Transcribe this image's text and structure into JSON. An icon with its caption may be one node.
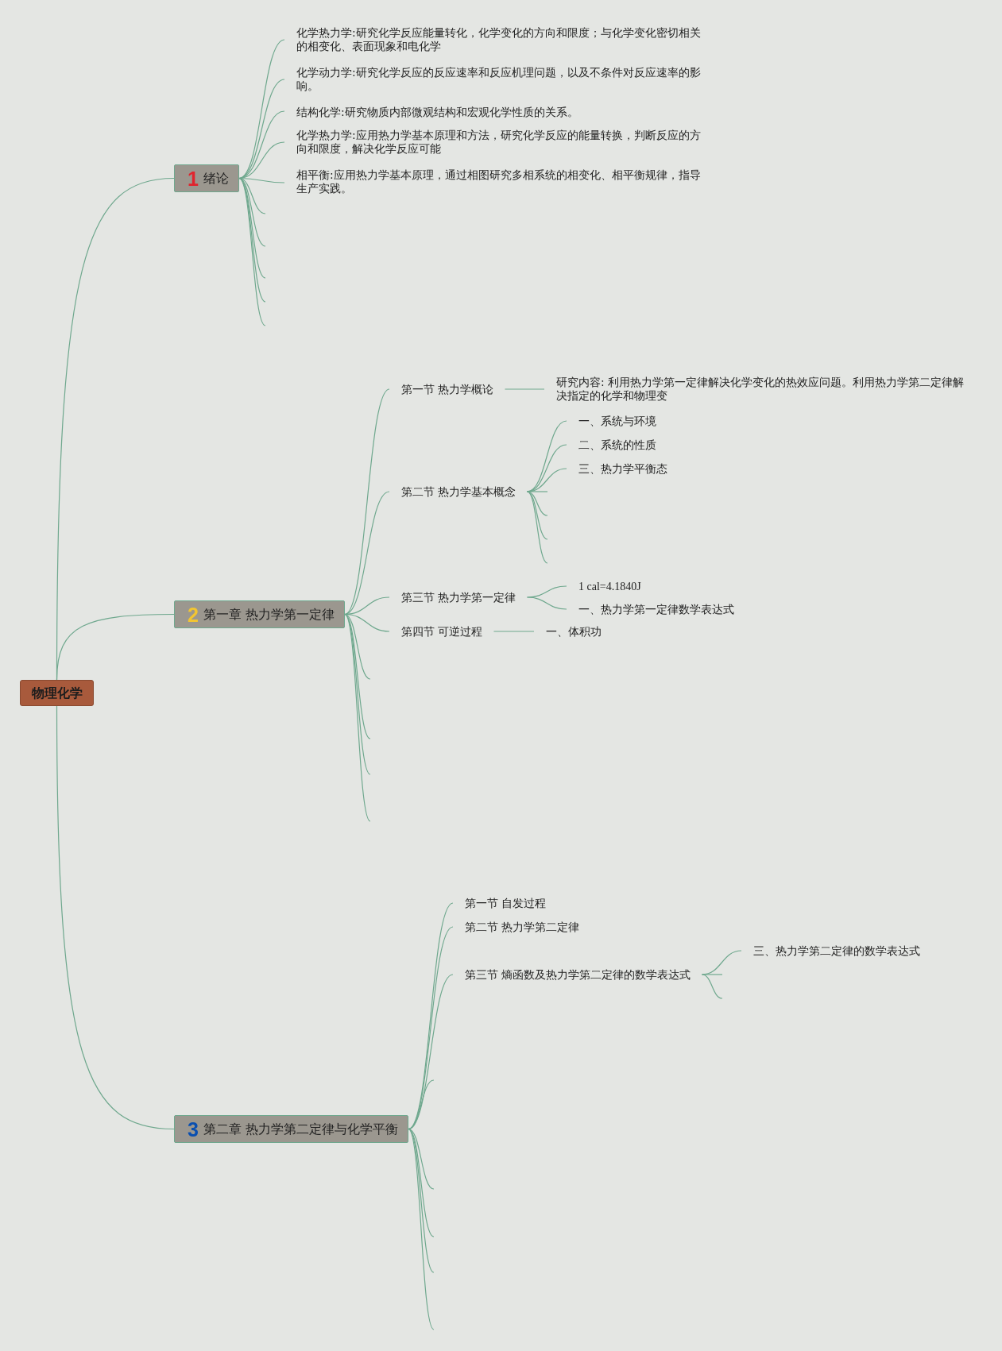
{
  "diagram": {
    "nodes": [
      {
        "text": [
          "物理化学"
        ]
      },
      {
        "text": [
          "1",
          "绪论"
        ]
      },
      {
        "text": [
          "化学热力学:研究化学反应能量转化，化学变化的方向和限度；与化学变化密切相关的相变化、表面现象和电化学"
        ]
      },
      {
        "text": [
          "化学动力学:研究化学反应的反应速率和反应机理问题，以及不条件对反应速率的影响。"
        ]
      },
      {
        "text": [
          "结构化学:研究物质内部微观结构和宏观化学性质的关系。"
        ]
      },
      {
        "text": [
          "化学热力学:应用热力学基本原理和方法，研究化学反应的能量转换，判断反应的方向和限度，解决化学反应可能"
        ]
      },
      {
        "text": [
          "相平衡:应用热力学基本原理，通过相图研究多相系统的相变化、相平衡规律，指导生产实践。"
        ]
      },
      {
        "text": [
          "2",
          "第一章 热力学第一定律"
        ]
      },
      {
        "text": [
          "第一节 热力学概论"
        ]
      },
      {
        "text": [
          "研究内容: 利用热力学第一定律解决化学变化的热效应问题。利用热力学第二定律解决指定的化学和物理变"
        ]
      },
      {
        "text": [
          "第二节 热力学基本概念"
        ]
      },
      {
        "text": [
          "一、系统与环境"
        ]
      },
      {
        "text": [
          "二、系统的性质"
        ]
      },
      {
        "text": [
          "三、热力学平衡态"
        ]
      },
      {
        "text": [
          "第三节 热力学第一定律"
        ]
      },
      {
        "text": [
          "1 cal=4.1840J"
        ]
      },
      {
        "text": [
          "一、热力学第一定律数学表达式"
        ]
      },
      {
        "text": [
          "第四节 可逆过程"
        ]
      },
      {
        "text": [
          "一、体积功"
        ]
      },
      {
        "text": [
          "3",
          "第二章 热力学第二定律与化学平衡"
        ]
      },
      {
        "text": [
          "第一节 自发过程"
        ]
      },
      {
        "text": [
          "第二节 热力学第二定律"
        ]
      },
      {
        "text": [
          "第三节 熵函数及热力学第二定律的数学表达式"
        ]
      },
      {
        "text": [
          "三、热力学第二定律的数学表达式"
        ]
      }
    ],
    "edges": [
      {
        "from": 0,
        "to": 1,
        "arrow": "none"
      },
      {
        "from": 0,
        "to": 7,
        "arrow": "none"
      },
      {
        "from": 0,
        "to": 19,
        "arrow": "none"
      },
      {
        "from": 1,
        "to": 2,
        "arrow": "none"
      },
      {
        "from": 1,
        "to": 3,
        "arrow": "none"
      },
      {
        "from": 1,
        "to": 4,
        "arrow": "none"
      },
      {
        "from": 1,
        "to": 5,
        "arrow": "none"
      },
      {
        "from": 1,
        "to": 6,
        "arrow": "none"
      },
      {
        "from": 1,
        "to": null,
        "arrow": "none"
      },
      {
        "from": 1,
        "to": null,
        "arrow": "none"
      },
      {
        "from": 1,
        "to": null,
        "arrow": "none"
      },
      {
        "from": 1,
        "to": null,
        "arrow": "none"
      },
      {
        "from": 1,
        "to": null,
        "arrow": "none"
      },
      {
        "from": 7,
        "to": 8,
        "arrow": "none"
      },
      {
        "from": 7,
        "to": 10,
        "arrow": "none"
      },
      {
        "from": 7,
        "to": 14,
        "arrow": "none"
      },
      {
        "from": 7,
        "to": 17,
        "arrow": "none"
      },
      {
        "from": 7,
        "to": null,
        "arrow": "none"
      },
      {
        "from": 7,
        "to": null,
        "arrow": "none"
      },
      {
        "from": 7,
        "to": null,
        "arrow": "none"
      },
      {
        "from": 7,
        "to": null,
        "arrow": "none"
      },
      {
        "from": 8,
        "to": 9,
        "arrow": "none"
      },
      {
        "from": 10,
        "to": 11,
        "arrow": "none"
      },
      {
        "from": 10,
        "to": 12,
        "arrow": "none"
      },
      {
        "from": 10,
        "to": 13,
        "arrow": "none"
      },
      {
        "from": 10,
        "to": null,
        "arrow": "none"
      },
      {
        "from": 10,
        "to": null,
        "arrow": "none"
      },
      {
        "from": 10,
        "to": null,
        "arrow": "none"
      },
      {
        "from": 10,
        "to": null,
        "arrow": "none"
      },
      {
        "from": 14,
        "to": 15,
        "arrow": "none"
      },
      {
        "from": 14,
        "to": 16,
        "arrow": "none"
      },
      {
        "from": 17,
        "to": 18,
        "arrow": "none"
      },
      {
        "from": 19,
        "to": 20,
        "arrow": "none"
      },
      {
        "from": 19,
        "to": 21,
        "arrow": "none"
      },
      {
        "from": 19,
        "to": 22,
        "arrow": "none"
      },
      {
        "from": 19,
        "to": null,
        "arrow": "none"
      },
      {
        "from": 19,
        "to": null,
        "arrow": "none"
      },
      {
        "from": 19,
        "to": null,
        "arrow": "none"
      },
      {
        "from": 19,
        "to": null,
        "arrow": "none"
      },
      {
        "from": 19,
        "to": null,
        "arrow": "none"
      },
      {
        "from": 22,
        "to": 23,
        "arrow": "none"
      },
      {
        "from": 22,
        "to": null,
        "arrow": "none"
      },
      {
        "from": 22,
        "to": null,
        "arrow": "none"
      }
    ]
  }
}
